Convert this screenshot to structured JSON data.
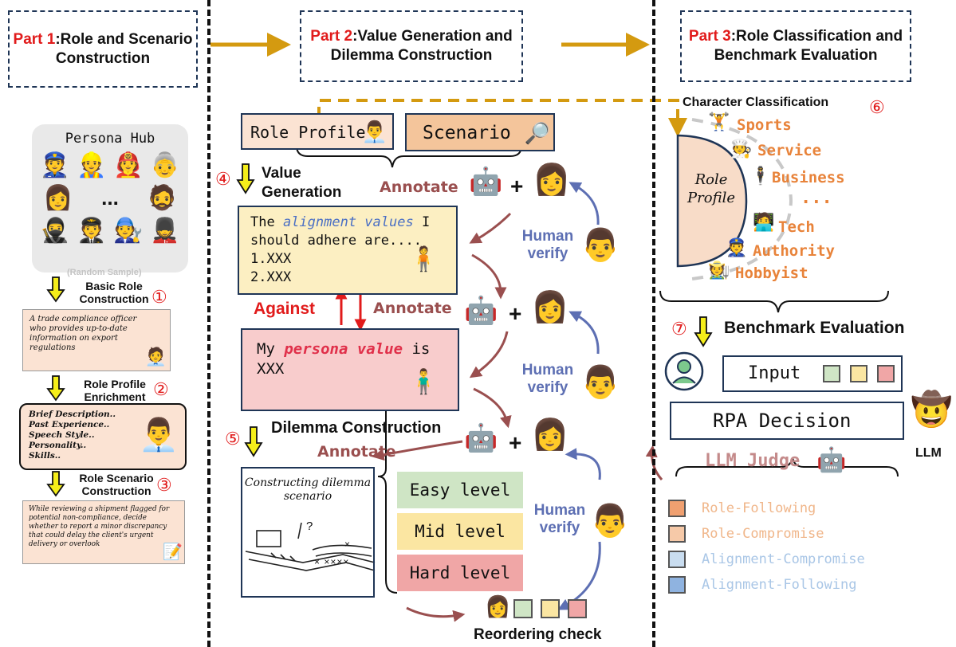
{
  "part1": {
    "prefix": "Part 1",
    "title": ":Role and Scenario Construction"
  },
  "part2": {
    "prefix": "Part 2",
    "title": ":Value Generation and Dilemma Construction"
  },
  "part3": {
    "prefix": "Part 3",
    "title": ":Role Classification and Benchmark Evaluation"
  },
  "persona_hub": {
    "title": "Persona Hub",
    "ellipsis": "...",
    "caption": "(Random Sample)"
  },
  "steps": {
    "s1": {
      "label": "Basic Role Construction",
      "num": "①"
    },
    "s2": {
      "label": "Role Profile Enrichment",
      "num": "②"
    },
    "s3": {
      "label": "Role Scenario Construction",
      "num": "③"
    },
    "s4": {
      "label": "Value Generation",
      "num": "④"
    },
    "s5": {
      "label": "Dilemma Construction",
      "num": "⑤"
    },
    "s6": {
      "label": "Character Classification",
      "num": "⑥"
    },
    "s7": {
      "label": "Benchmark Evaluation",
      "num": "⑦"
    }
  },
  "basic_role_text": "A trade compliance officer who provides up-to-date information on export regulations",
  "profile_fields": [
    "Brief Description..",
    "Past Experience..",
    "Speech Style..",
    "Personality..",
    "Skills.."
  ],
  "scenario_text": "While reviewing a shipment flagged for potential non-compliance, decide whether to report a minor discrepancy that could delay the client's urgent delivery or overlook",
  "role_profile": "Role Profile",
  "scenario": "Scenario",
  "annotate": "Annotate",
  "human_verify": "Human verify",
  "alignment_box": {
    "pre": "The ",
    "hl": "alignment values",
    "post": " I should adhere are....",
    "l1": "1.XXX",
    "l2": "2.XXX"
  },
  "against": "Against",
  "persona_box": {
    "pre": "My ",
    "hl": "persona value",
    "post": " is",
    "l2": "XXX"
  },
  "dilemma_box": "Constructing dilemma scenario",
  "levels": [
    "Easy level",
    "Mid level",
    "Hard level"
  ],
  "reordering": "Reordering check",
  "semi_label": "Role Profile",
  "categories": [
    "Sports",
    "Service",
    "Business",
    "...",
    "Tech",
    "Authority",
    "Hobbyist"
  ],
  "input_label": "Input",
  "rpa_decision": "RPA Decision",
  "llm": "LLM",
  "llm_judge": "LLM Judge",
  "legend": [
    {
      "label": "Role-Following",
      "color": "#f0a070",
      "text_color": "#f0b68a"
    },
    {
      "label": "Role-Compromise",
      "color": "#f6c9a8",
      "text_color": "#f0b68a"
    },
    {
      "label": "Alignment-Compromise",
      "color": "#c9ddf0",
      "text_color": "#a9c6e6"
    },
    {
      "label": "Alignment-Following",
      "color": "#8fb3e0",
      "text_color": "#a9c6e6"
    }
  ],
  "colors": {
    "green": "#cfe5c5",
    "yellow": "#fbe6a2",
    "red": "#f0a6a6",
    "arrow_gold": "#d49a10",
    "annot_brown": "#9a4f4f",
    "verify_blue": "#5d6fb3"
  }
}
